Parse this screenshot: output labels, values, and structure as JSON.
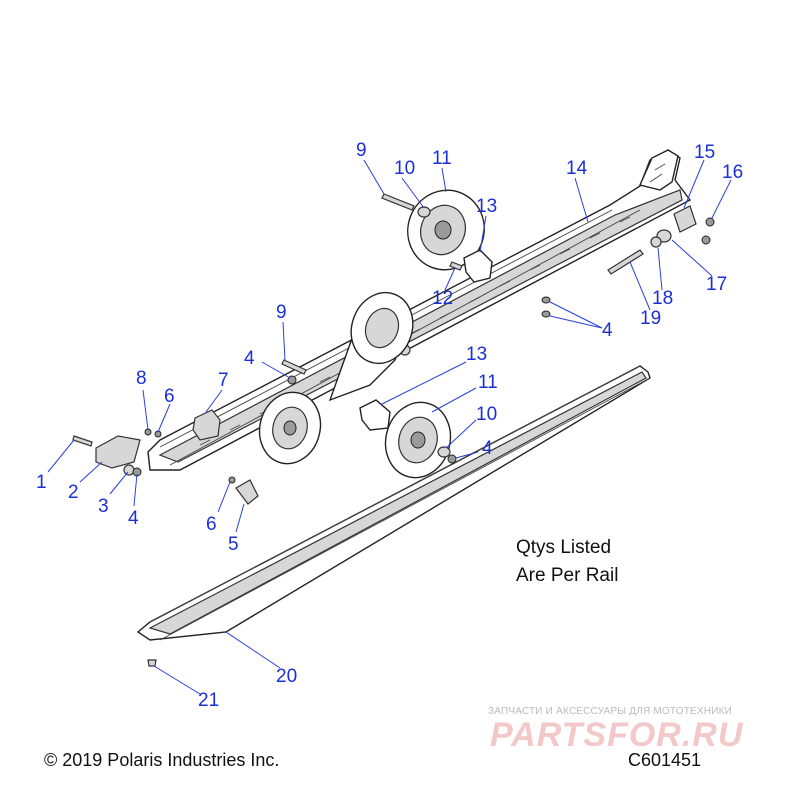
{
  "callouts": [
    {
      "id": "c1",
      "label": "1"
    },
    {
      "id": "c2",
      "label": "2"
    },
    {
      "id": "c3",
      "label": "3"
    },
    {
      "id": "c4a",
      "label": "4"
    },
    {
      "id": "c5",
      "label": "5"
    },
    {
      "id": "c6a",
      "label": "6"
    },
    {
      "id": "c6b",
      "label": "6"
    },
    {
      "id": "c7",
      "label": "7"
    },
    {
      "id": "c8",
      "label": "8"
    },
    {
      "id": "c9a",
      "label": "9"
    },
    {
      "id": "c4b",
      "label": "4"
    },
    {
      "id": "c9b",
      "label": "9"
    },
    {
      "id": "c10a",
      "label": "10"
    },
    {
      "id": "c11a",
      "label": "11"
    },
    {
      "id": "c13a",
      "label": "13"
    },
    {
      "id": "c12",
      "label": "12"
    },
    {
      "id": "c14",
      "label": "14"
    },
    {
      "id": "c15",
      "label": "15"
    },
    {
      "id": "c16",
      "label": "16"
    },
    {
      "id": "c17",
      "label": "17"
    },
    {
      "id": "c18",
      "label": "18"
    },
    {
      "id": "c19",
      "label": "19"
    },
    {
      "id": "c4c",
      "label": "4"
    },
    {
      "id": "c13b",
      "label": "13"
    },
    {
      "id": "c11b",
      "label": "11"
    },
    {
      "id": "c10b",
      "label": "10"
    },
    {
      "id": "c4d",
      "label": "4"
    },
    {
      "id": "c20",
      "label": "20"
    },
    {
      "id": "c21",
      "label": "21"
    }
  ],
  "note": {
    "line1": "Qtys Listed",
    "line2": "Are Per Rail"
  },
  "copyright": "© 2019 Polaris Industries Inc.",
  "figure_code": "C601451",
  "watermark": {
    "tagline": "ЗАПЧАСТИ И АКСЕССУАРЫ ДЛЯ МОТОТЕХНИКИ",
    "logo": "PARTSFOR.RU"
  },
  "colors": {
    "callout": "#1a2fd6",
    "leader": "#2a3fe0",
    "line_art": "#222222",
    "watermark": "#f2c8c8"
  }
}
